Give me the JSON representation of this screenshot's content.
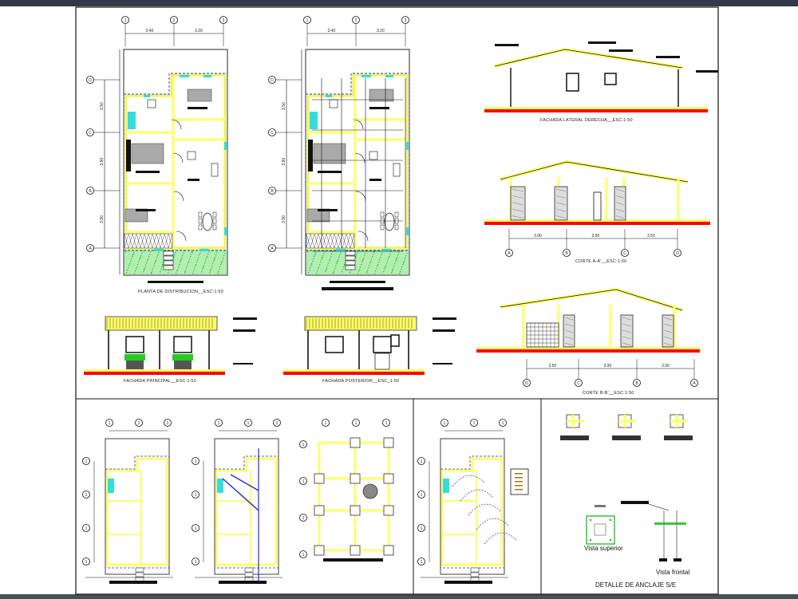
{
  "colors": {
    "wall": "#ffff66",
    "ground": "#ff0000",
    "dashed_outline": "#2233cc",
    "window": "#33dddd",
    "lawn": "#22cc22",
    "frame": "#111111",
    "topbar": "#2e3a46"
  },
  "plans": {
    "distribution": {
      "title": "PLANTA DE DISTRIBUCION__ESC:1:50",
      "grid_cols": [
        "1",
        "2",
        "3"
      ],
      "grid_rows": [
        "D",
        "C",
        "B",
        "A"
      ],
      "dims_x": [
        "3.40",
        "3.20"
      ],
      "dims_y": [
        "3.50",
        "3.90",
        "3.90"
      ]
    },
    "structural": {
      "grid_cols": [
        "1",
        "2",
        "3"
      ],
      "grid_rows": [
        "D",
        "C",
        "B",
        "A"
      ],
      "dims_x": [
        "3.40",
        "3.20"
      ],
      "dims_y": [
        "3.50",
        "3.90",
        "3.90"
      ]
    }
  },
  "elevations": {
    "lateral_right": {
      "title": "FACHADA LATERAL DERECHA__ESC:1:50"
    },
    "section_aa": {
      "title": "CORTE A-A'__ESC:1:50",
      "axes": [
        "A",
        "B",
        "C",
        "D"
      ],
      "dims": [
        "3.90",
        "3.90",
        "3.50"
      ]
    },
    "section_bb": {
      "title": "CORTE B-B'__ESC:1:50",
      "axes": [
        "D",
        "C",
        "B",
        "A"
      ],
      "dims": [
        "3.50",
        "3.90",
        "3.90"
      ]
    },
    "front": {
      "title": "FACHADA PRINCIPAL__ESC:1:50"
    },
    "rear": {
      "title": "FACHADA POSTERIOR__ESC_1:50"
    }
  },
  "anchor_detail": {
    "title": "DETALLE DE ANCLAJE S/E",
    "top_view": "Vista superior",
    "front_view": "Vista frontal"
  }
}
